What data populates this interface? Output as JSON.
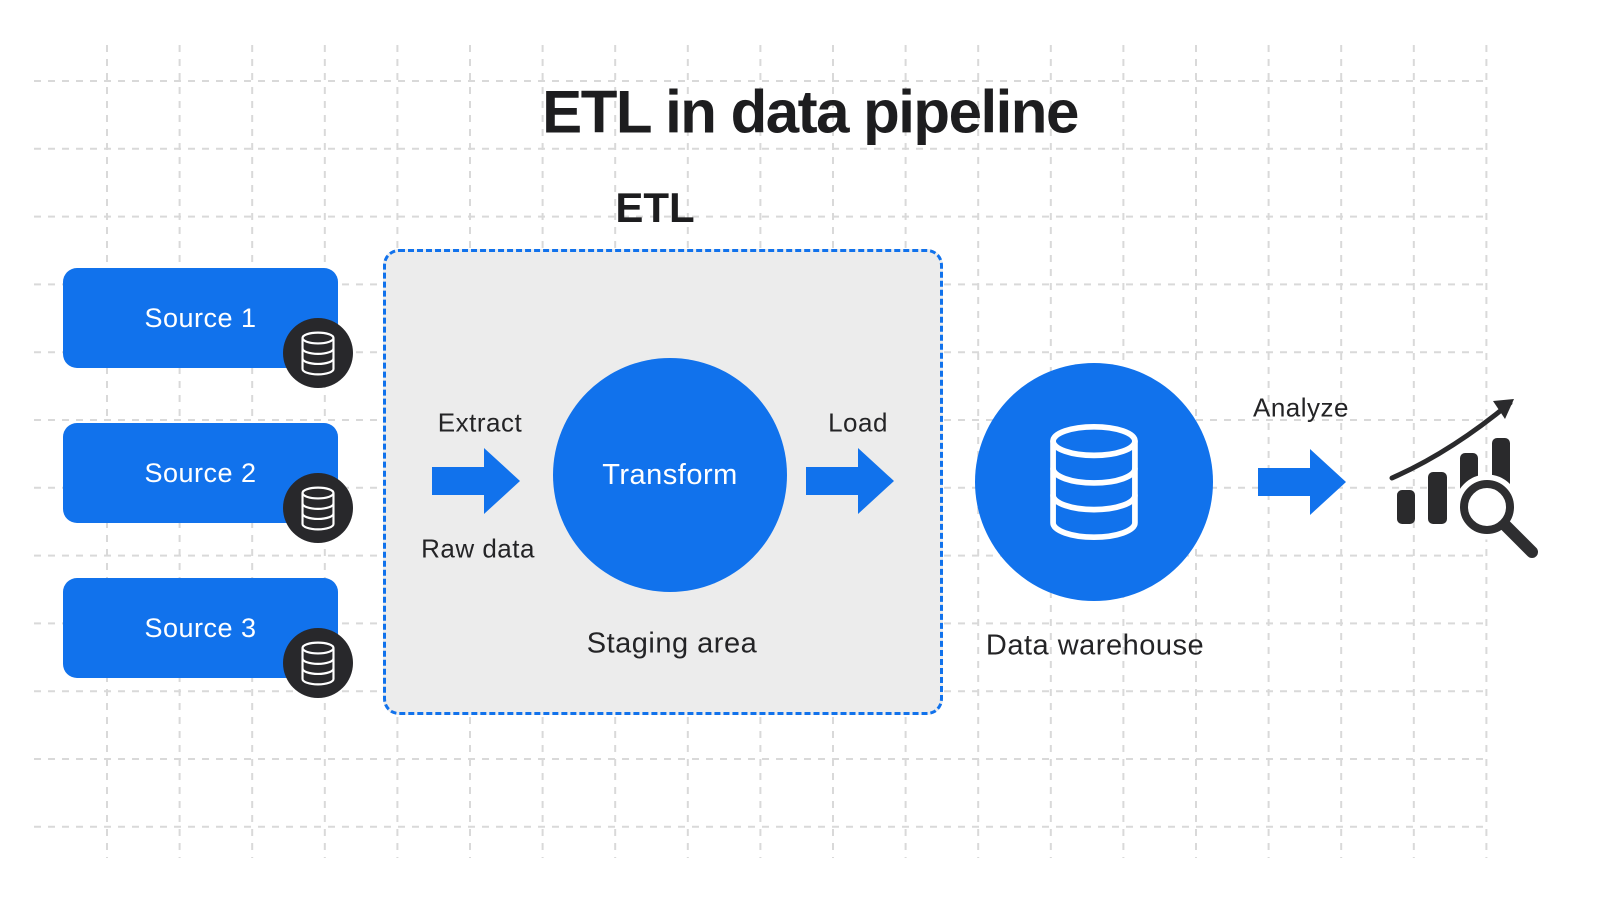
{
  "title": "ETL in data pipeline",
  "colors": {
    "primary_blue": "#1172ec",
    "dark": "#2a2a2c",
    "staging_fill": "#ececec",
    "grid_line": "#d9d9d9",
    "text_dark": "#242426"
  },
  "sources": [
    {
      "label": "Source 1",
      "icon": "database-icon"
    },
    {
      "label": "Source 2",
      "icon": "database-icon"
    },
    {
      "label": "Source 3",
      "icon": "database-icon"
    }
  ],
  "etl": {
    "heading": "ETL",
    "extract_label": "Extract",
    "raw_data_label": "Raw data",
    "transform_label": "Transform",
    "load_label": "Load",
    "staging_label": "Staging area"
  },
  "warehouse": {
    "label": "Data warehouse",
    "icon": "database-icon"
  },
  "analyze": {
    "label": "Analyze",
    "icon": "bar-chart-magnifier-icon"
  }
}
